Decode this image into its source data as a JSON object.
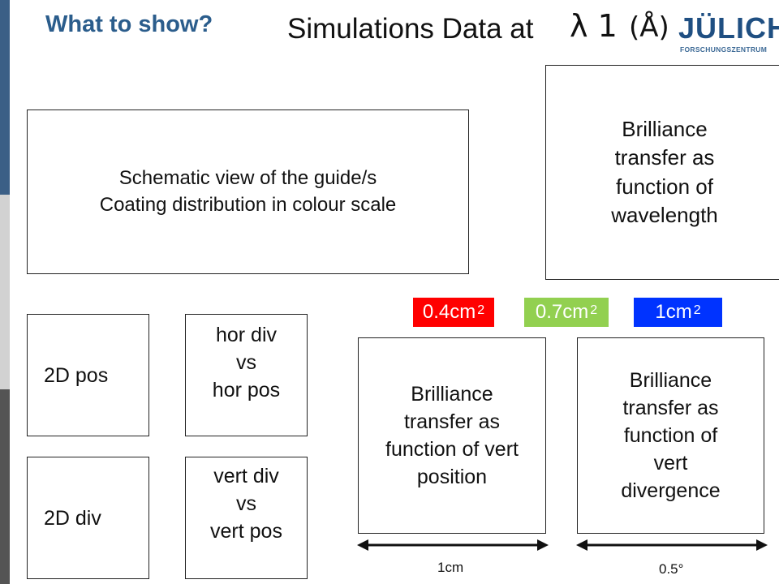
{
  "header": {
    "heading": "What to show?",
    "title": "Simulations Data at",
    "lambda_symbol": "λ 1",
    "unit": "(Å)"
  },
  "logo": {
    "name": "JÜLICH",
    "subtitle": "FORSCHUNGSZENTRUM"
  },
  "panels": {
    "schematic": "Schematic view of the guide/s\nCoating distribution in colour scale",
    "brilliance_wavelength": "Brilliance\ntransfer as\nfunction of\nwavelength",
    "pos_2d": "2D pos",
    "hor_div_vs_pos": "hor div\nvs\nhor pos",
    "div_2d": "2D div",
    "vert_div_vs_pos": "vert div\nvs\nvert pos",
    "brilliance_vert_position": "Brilliance\ntransfer as\nfunction of vert\nposition",
    "brilliance_vert_divergence": "Brilliance\ntransfer as\nfunction of\nvert\ndivergence"
  },
  "area_tags": [
    {
      "value": "0.4cm",
      "exponent": "2",
      "color": "#ff0000"
    },
    {
      "value": "0.7cm",
      "exponent": "2",
      "color": "#92d050"
    },
    {
      "value": "1cm",
      "exponent": "2",
      "color": "#0033ff"
    }
  ],
  "dimensions": {
    "position_span": "1cm",
    "divergence_span": "0.5°"
  },
  "colors": {
    "accent_blue": "#2b5d8c",
    "logo_blue": "#1f4f82"
  }
}
